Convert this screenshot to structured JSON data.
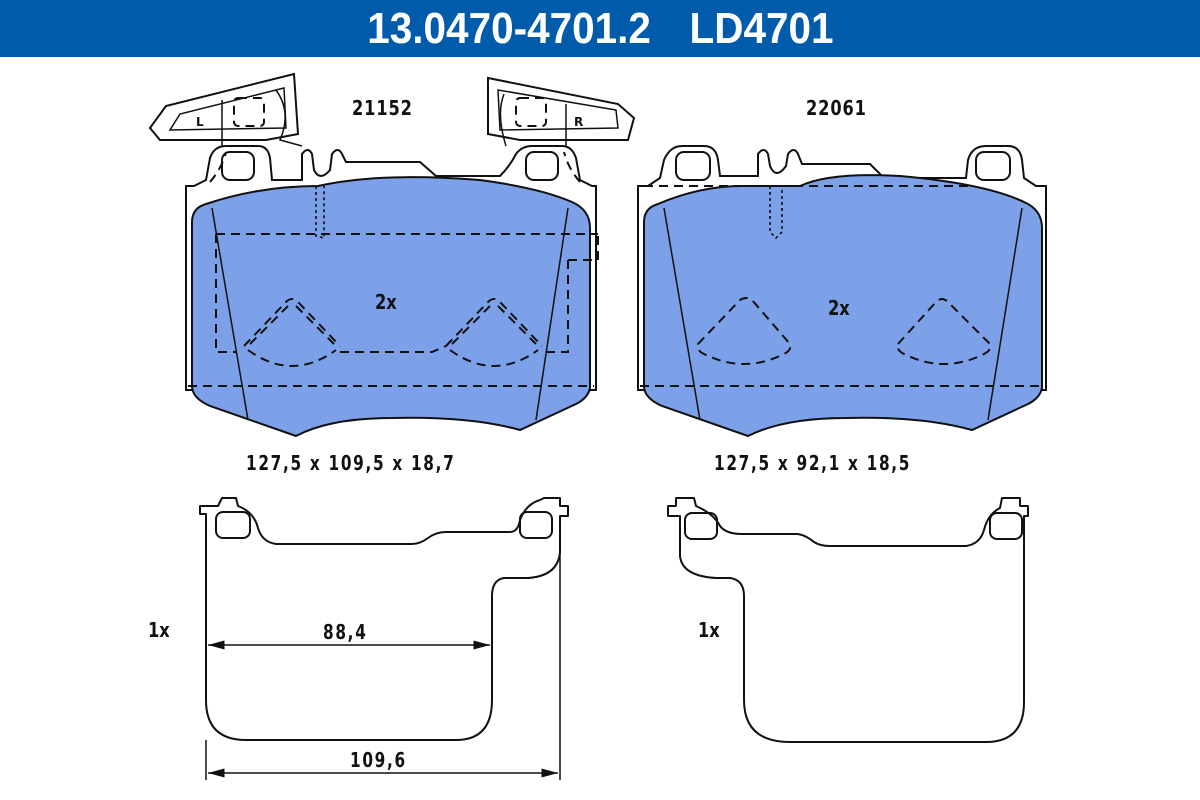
{
  "header": {
    "article_number": "13.0470-4701.2",
    "reference_code": "LD4701",
    "background_color": "#005bab",
    "text_color": "#ffffff"
  },
  "pads": [
    {
      "id": "front-left",
      "part_number": "21152",
      "quantity_label": "2x",
      "dimensions": "127,5 x 109,5 x 18,7",
      "has_wear_sensors": true,
      "sensor_labels": [
        "L",
        "R"
      ],
      "fill_color": "#7da1e8"
    },
    {
      "id": "front-right",
      "part_number": "22061",
      "quantity_label": "2x",
      "dimensions": "127,5 x 92,1 x 18,5",
      "has_wear_sensors": false,
      "fill_color": "#7da1e8"
    }
  ],
  "shims": [
    {
      "id": "shim-left",
      "quantity_label": "1x",
      "dimension_inner": "88,4",
      "dimension_outer": "109,6"
    },
    {
      "id": "shim-right",
      "quantity_label": "1x"
    }
  ]
}
